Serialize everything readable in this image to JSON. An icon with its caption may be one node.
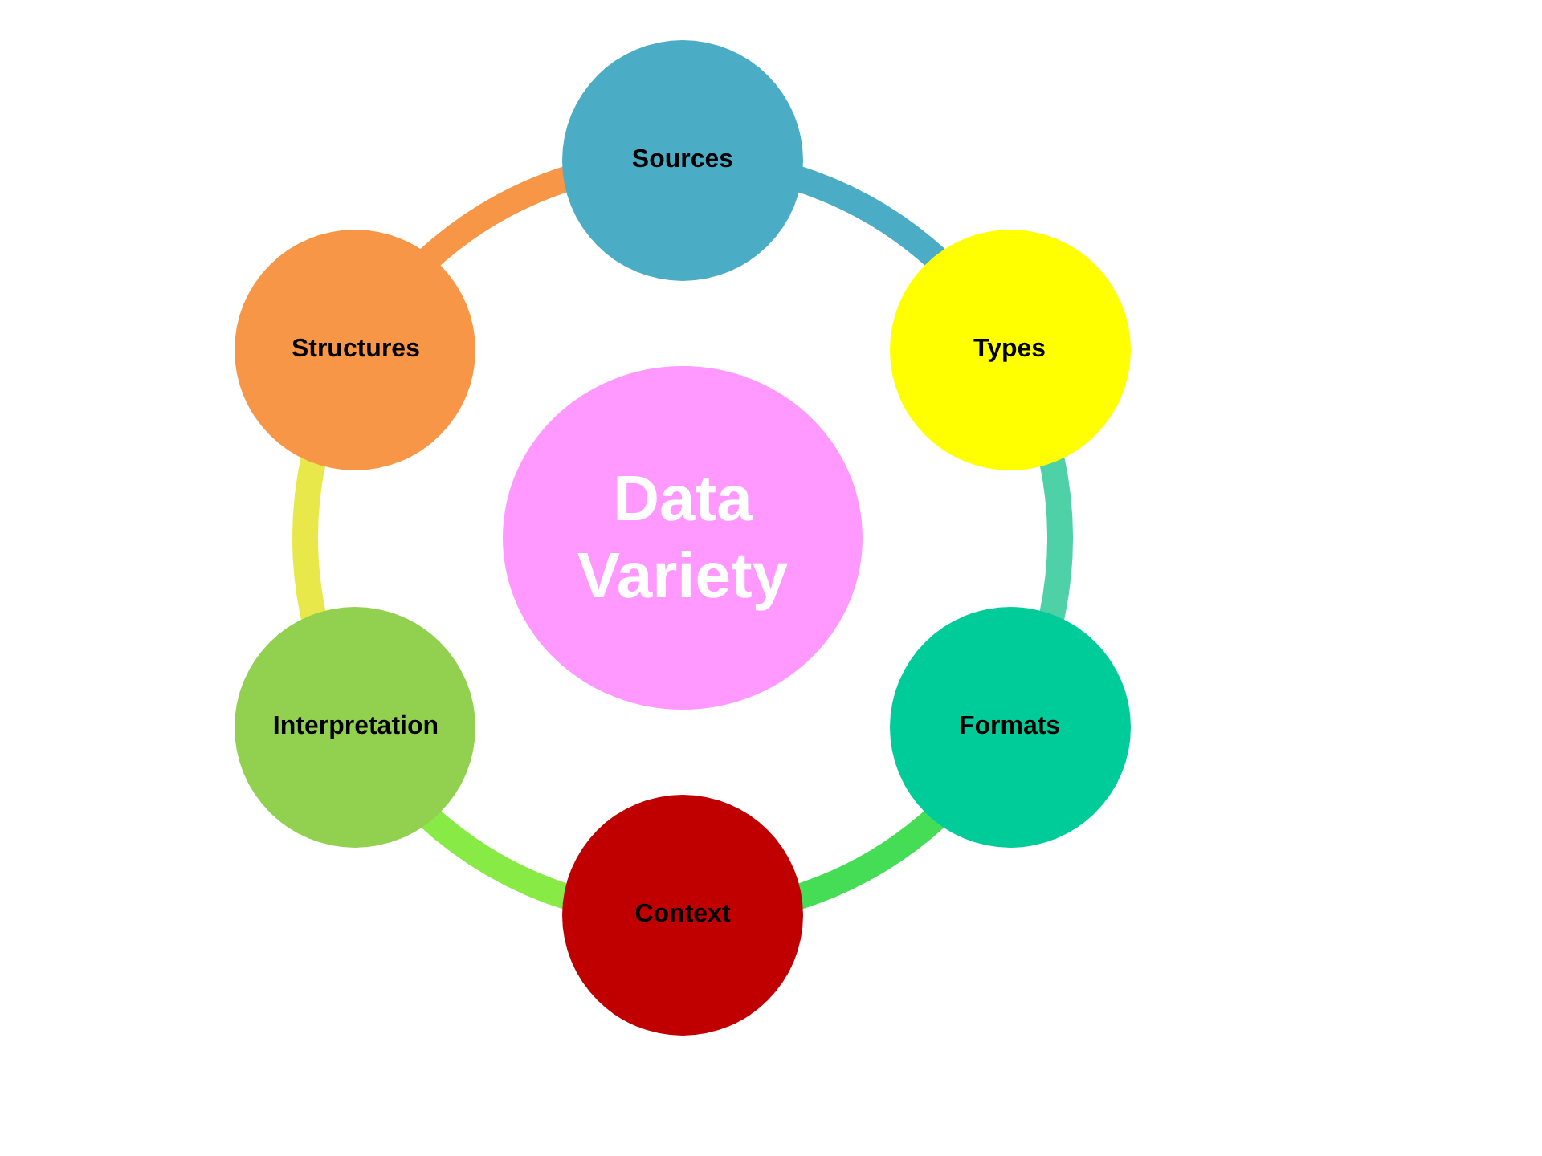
{
  "diagram": {
    "nodes": [
      {
        "text": [
          "Data Variety"
        ]
      },
      {
        "text": [
          "Sources"
        ]
      },
      {
        "text": [
          "Types"
        ]
      },
      {
        "text": [
          "Formats"
        ]
      },
      {
        "text": [
          "Context"
        ]
      },
      {
        "text": [
          "Interpretation"
        ]
      },
      {
        "text": [
          "Structures"
        ]
      }
    ],
    "edges": [
      {
        "from": 1,
        "to": 2,
        "arrow": "none",
        "color": "#4bacc6"
      },
      {
        "from": 2,
        "to": 3,
        "arrow": "none",
        "color": "#4fd1a8"
      },
      {
        "from": 3,
        "to": 4,
        "arrow": "none",
        "color": "#44dd55"
      },
      {
        "from": 4,
        "to": 5,
        "arrow": "none",
        "color": "#88ea44"
      },
      {
        "from": 5,
        "to": 6,
        "arrow": "none",
        "color": "#e8e84a"
      },
      {
        "from": 6,
        "to": 1,
        "arrow": "none",
        "color": "#f79646"
      }
    ]
  }
}
